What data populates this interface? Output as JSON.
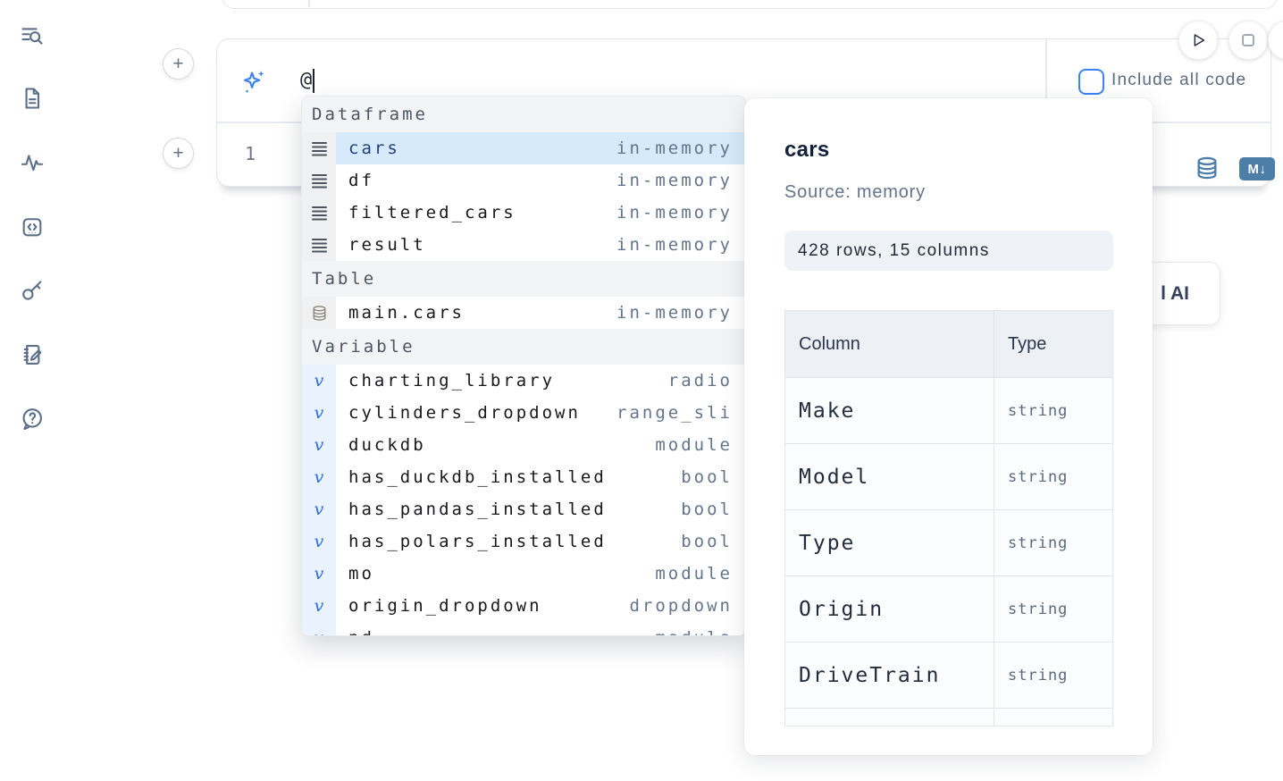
{
  "sidebar": {
    "items": [
      {
        "icon": "toc-search-icon"
      },
      {
        "icon": "file-icon"
      },
      {
        "icon": "activity-icon"
      },
      {
        "icon": "snippets-icon"
      },
      {
        "icon": "key-icon"
      },
      {
        "icon": "scratchpad-icon"
      },
      {
        "icon": "help-icon"
      }
    ]
  },
  "cell": {
    "prompt": {
      "value": "@"
    },
    "include_all_code": {
      "label": "Include all code",
      "checked": false
    },
    "editor": {
      "line_number": "1"
    },
    "toolbar": {
      "md_label": "M↓"
    }
  },
  "buttons": {
    "add_label": "+"
  },
  "autocomplete": {
    "sections": [
      {
        "label": "Dataframe",
        "items": [
          {
            "name": "cars",
            "type": "in-memory",
            "icon": "dataframe-icon",
            "selected": true
          },
          {
            "name": "df",
            "type": "in-memory",
            "icon": "dataframe-icon"
          },
          {
            "name": "filtered_cars",
            "type": "in-memory",
            "icon": "dataframe-icon"
          },
          {
            "name": "result",
            "type": "in-memory",
            "icon": "dataframe-icon"
          }
        ]
      },
      {
        "label": "Table",
        "items": [
          {
            "name": "main.cars",
            "type": "in-memory",
            "icon": "database-icon"
          }
        ]
      },
      {
        "label": "Variable",
        "items": [
          {
            "name": "charting_library",
            "type": "radio",
            "icon": "variable-icon"
          },
          {
            "name": "cylinders_dropdown",
            "type": "range_sli",
            "icon": "variable-icon"
          },
          {
            "name": "duckdb",
            "type": "module",
            "icon": "variable-icon"
          },
          {
            "name": "has_duckdb_installed",
            "type": "bool",
            "icon": "variable-icon"
          },
          {
            "name": "has_pandas_installed",
            "type": "bool",
            "icon": "variable-icon"
          },
          {
            "name": "has_polars_installed",
            "type": "bool",
            "icon": "variable-icon"
          },
          {
            "name": "mo",
            "type": "module",
            "icon": "variable-icon"
          },
          {
            "name": "origin_dropdown",
            "type": "dropdown",
            "icon": "variable-icon"
          },
          {
            "name": "pd",
            "type": "module",
            "icon": "variable-icon",
            "clipped": true
          }
        ]
      }
    ]
  },
  "preview": {
    "title": "cars",
    "source": "Source: memory",
    "stats": "428 rows, 15 columns",
    "table": {
      "headers": [
        "Column",
        "Type"
      ],
      "rows": [
        {
          "column": "Make",
          "type": "string"
        },
        {
          "column": "Model",
          "type": "string"
        },
        {
          "column": "Type",
          "type": "string"
        },
        {
          "column": "Origin",
          "type": "string"
        },
        {
          "column": "DriveTrain",
          "type": "string"
        }
      ]
    }
  },
  "ai_button": {
    "visible_label": "l AI"
  },
  "colors": {
    "accent_blue": "#3b82f6",
    "steel_blue": "#4d7ea8",
    "selected_row_bg": "#d7eafc",
    "section_header_bg": "#f3f4f6"
  }
}
